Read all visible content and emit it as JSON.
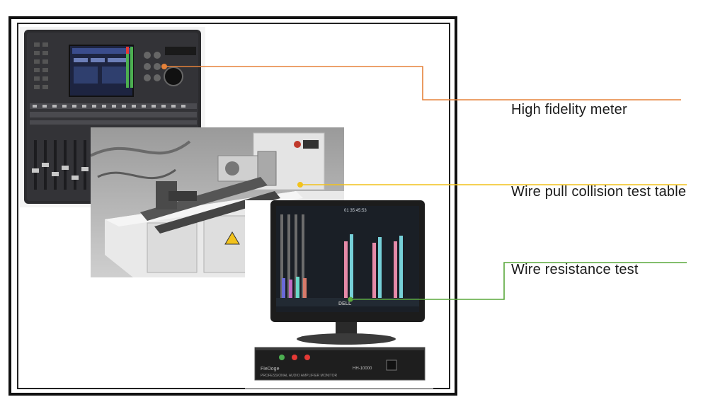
{
  "callouts": [
    {
      "id": "meter",
      "text": "High fidelity meter",
      "color": "#e5823a"
    },
    {
      "id": "pull",
      "text": "Wire pull collision test table",
      "color": "#f2c21c"
    },
    {
      "id": "resistance",
      "text": "Wire resistance test",
      "color": "#5aa83c"
    }
  ],
  "monitor": {
    "brand": "DELL",
    "screen_header": "01 35:45:53"
  },
  "amplifier": {
    "brand": "FieDoge",
    "model": "HH-10000",
    "caption": "PROFESSIONAL AUDIO AMPLIFIER MONITOR"
  },
  "colors": {
    "console_body": "#2b2b2e",
    "machine_body": "#e6e6e6",
    "screen_bg": "#1a1f26"
  }
}
